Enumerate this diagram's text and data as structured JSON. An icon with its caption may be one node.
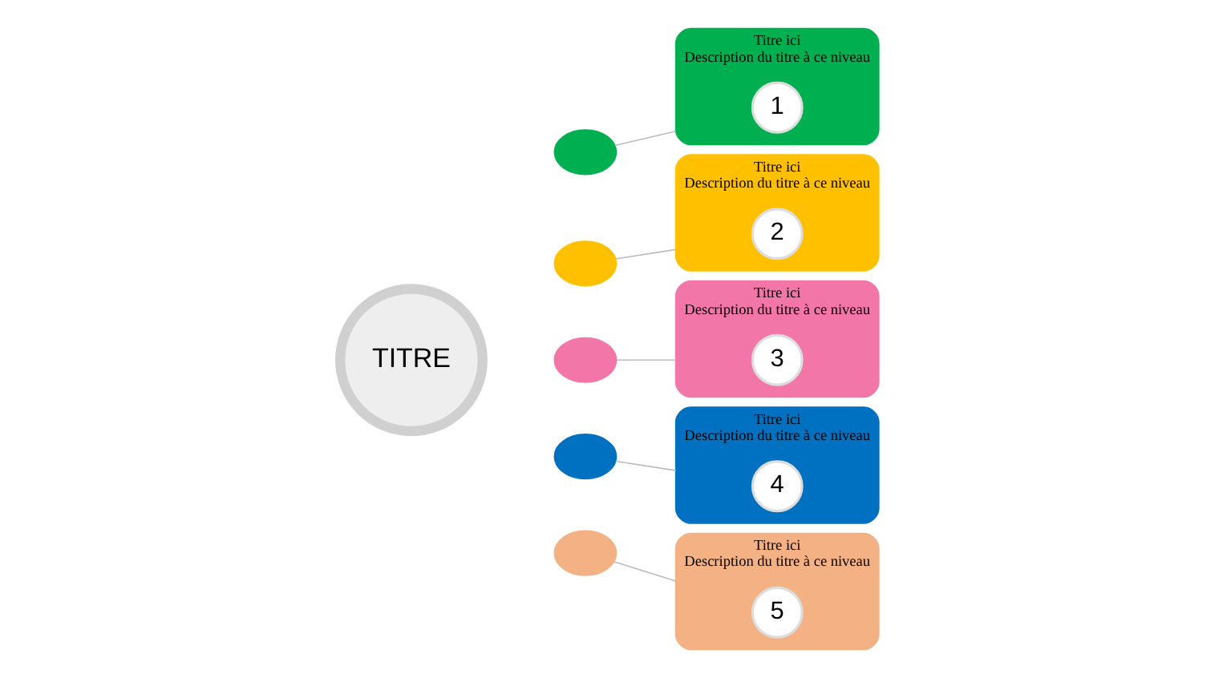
{
  "diagram": {
    "nodes": [
      {
        "text": [
          "TITRE"
        ]
      },
      {
        "text": [],
        "shape": "ellipse"
      },
      {
        "text": [],
        "shape": "ellipse"
      },
      {
        "text": [],
        "shape": "ellipse"
      },
      {
        "text": [],
        "shape": "ellipse"
      },
      {
        "text": [],
        "shape": "ellipse"
      },
      {
        "text": [
          "Titre ici",
          "Description du titre à ce niveau"
        ]
      },
      {
        "text": [
          "1"
        ],
        "in": 6
      },
      {
        "text": [
          "Titre ici",
          "Description du titre à ce niveau"
        ]
      },
      {
        "text": [
          "2"
        ],
        "in": 8
      },
      {
        "text": [
          "Titre ici",
          "Description du titre à ce niveau"
        ]
      },
      {
        "text": [
          "3"
        ],
        "in": 10
      },
      {
        "text": [
          "Titre ici",
          "Description du titre à ce niveau"
        ]
      },
      {
        "text": [
          "4"
        ],
        "in": 12
      },
      {
        "text": [
          "Titre ici",
          "Description du titre à ce niveau"
        ]
      },
      {
        "text": [
          "5"
        ],
        "in": 14
      }
    ],
    "edges": [
      {
        "from": 1,
        "to": 6,
        "arrow": "none"
      },
      {
        "from": 2,
        "to": 8,
        "arrow": "none"
      },
      {
        "from": 3,
        "to": 10,
        "arrow": "none"
      },
      {
        "from": 4,
        "to": 12,
        "arrow": "none"
      },
      {
        "from": 5,
        "to": 14,
        "arrow": "none"
      }
    ]
  }
}
